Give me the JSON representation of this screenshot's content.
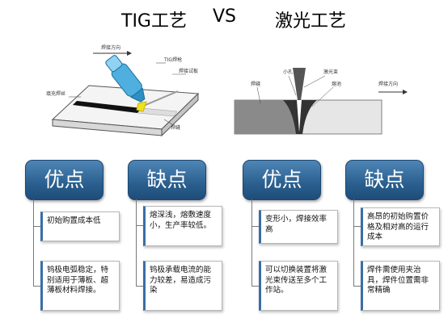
{
  "titles": {
    "left": "TIG工艺",
    "vs": "VS",
    "right": "激光工艺"
  },
  "illustrations": {
    "tig": {
      "labels": {
        "direction": "焊接方向",
        "torch": "TIG焊枪",
        "workpiece": "焊接试板",
        "filler": "填充焊丝",
        "weld": "焊缝"
      }
    },
    "laser": {
      "labels": {
        "keyhole": "小孔",
        "beam": "激光束",
        "seam": "焊缝",
        "pool": "熔池",
        "direction": "焊接方向"
      }
    }
  },
  "columns": [
    {
      "header": "优点",
      "items": [
        "初始购置成本低",
        "钨极电弧稳定，特别适用于薄板、超薄板材料焊接。"
      ]
    },
    {
      "header": "缺点",
      "items": [
        "熔深浅，熔敷速度小，生产率较低。",
        "钨极承载电流的能力较差，易造成污染"
      ]
    },
    {
      "header": "优点",
      "items": [
        "变形小，焊接效率高",
        "可以切换装置将激光束传送至多个工作站。"
      ]
    },
    {
      "header": "缺点",
      "items": [
        "高昂的初始购置价格及相对高的运行成本",
        "焊件需使用夹治具，焊件位置需非常精确"
      ]
    }
  ],
  "colors": {
    "header_blue": "#2a5f8f",
    "accent_blue": "#3a6ea5",
    "torch_blue": "#4fb0e0",
    "arc_yellow": "#f0e020"
  }
}
